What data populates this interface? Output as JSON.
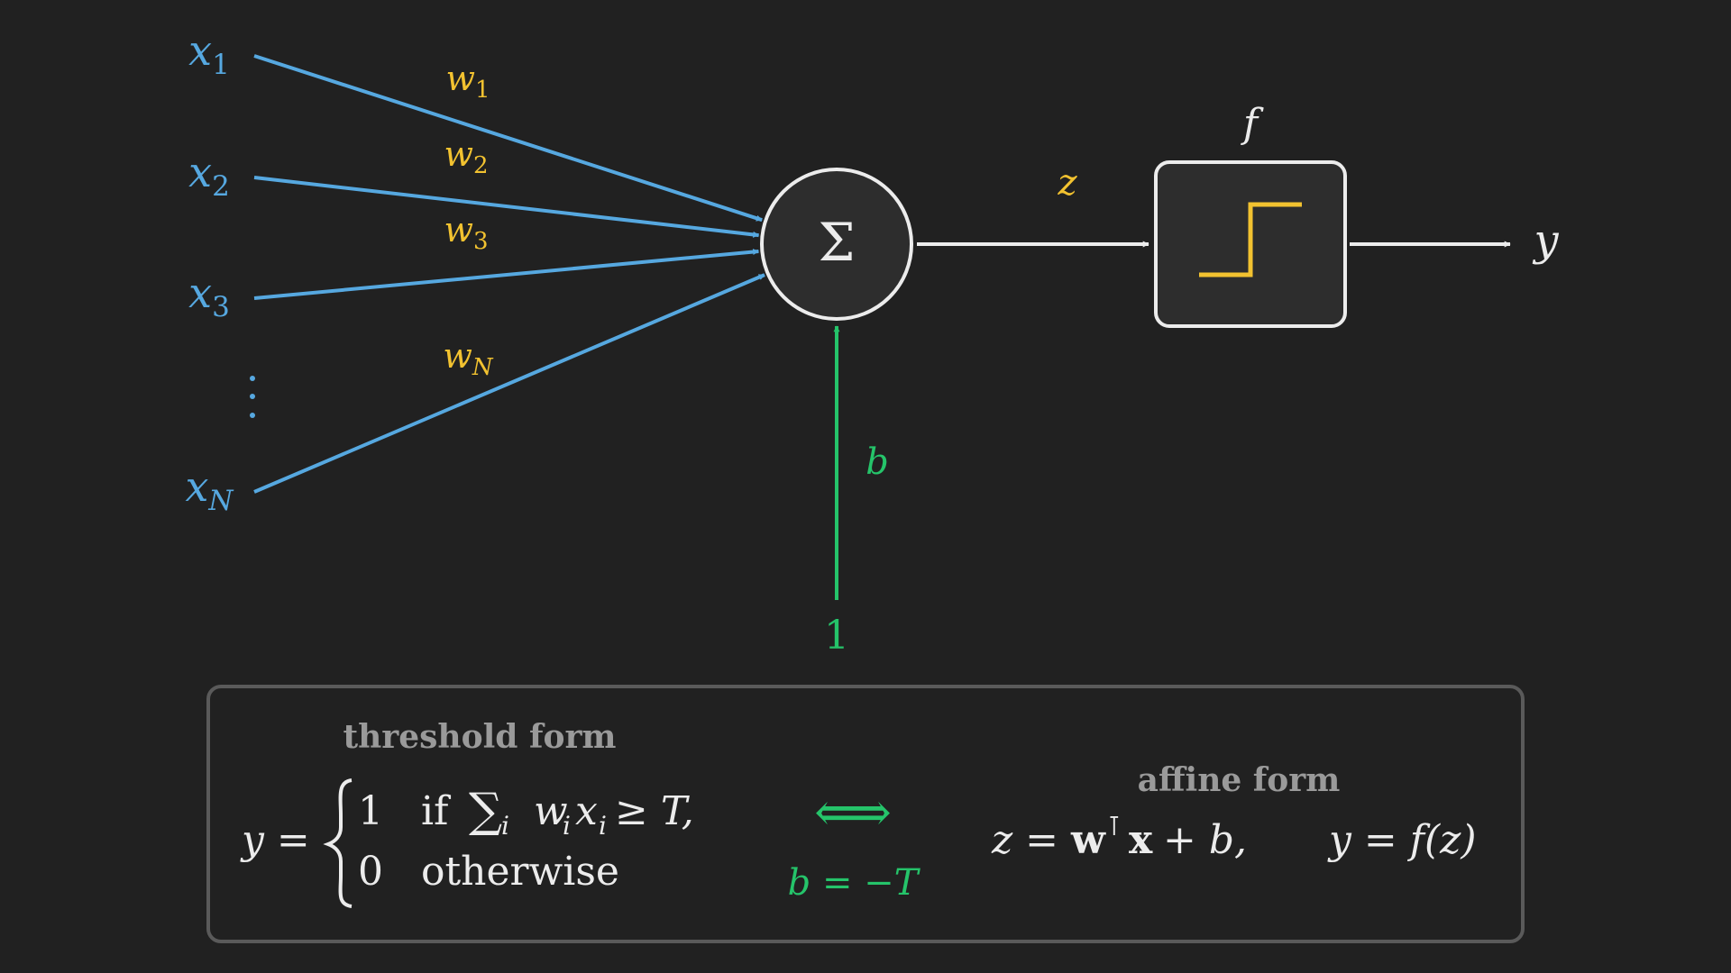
{
  "colors": {
    "background": "#212121",
    "input": "#56a8e0",
    "weight": "#f2c230",
    "bias": "#25c46a",
    "neutral": "#ececec",
    "muted": "#9a9a9a",
    "node_fill": "#2d2d2d",
    "panel_border": "#5a5a5a"
  },
  "inputs": [
    {
      "base": "x",
      "sub": "1"
    },
    {
      "base": "x",
      "sub": "2"
    },
    {
      "base": "x",
      "sub": "3"
    },
    {
      "base": "x",
      "sub": "N"
    }
  ],
  "weights": [
    {
      "base": "w",
      "sub": "1"
    },
    {
      "base": "w",
      "sub": "2"
    },
    {
      "base": "w",
      "sub": "3"
    },
    {
      "base": "w",
      "sub": "N"
    }
  ],
  "ellipsis": "⋮",
  "sum_symbol": "Σ",
  "z_label": "z",
  "activation_label": "f",
  "output_label": "y",
  "bias": {
    "label": "b",
    "input_value": "1"
  },
  "panel": {
    "threshold_title": "threshold form",
    "affine_title": "affine form",
    "lhs": "y =",
    "case1_value": "1",
    "case1_condition": "if",
    "case1_sum": "∑",
    "case1_sum_sub": "i",
    "case1_w": "w",
    "case1_w_sub": "i",
    "case1_x": "x",
    "case1_x_sub": "i",
    "case1_rest": "≥ T,",
    "case2_value": "0",
    "case2_condition": "otherwise",
    "equivalence": "⟺",
    "relation": "b = −T",
    "affine_z": "z =",
    "affine_w": "w",
    "affine_T": "⊺",
    "affine_x": "x",
    "affine_rest": "+ b,",
    "affine_output": "y = f(z)"
  }
}
